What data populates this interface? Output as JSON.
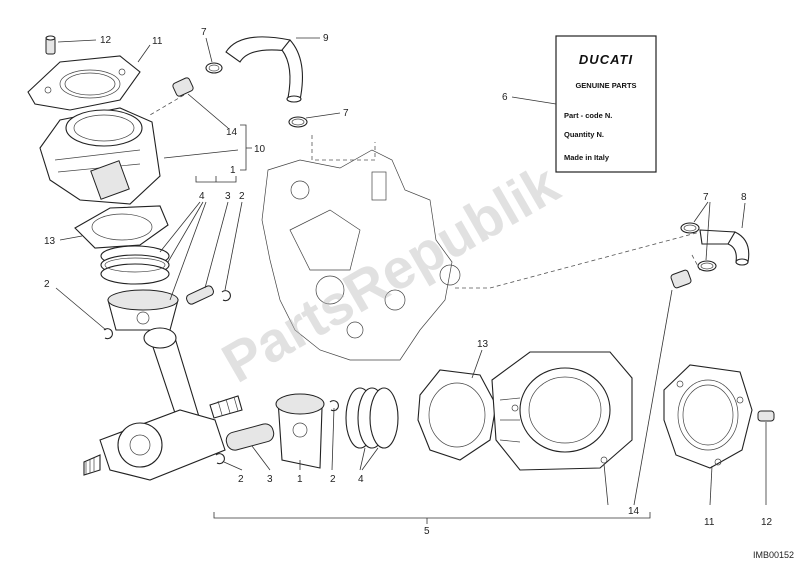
{
  "watermark": "PartsRepublik",
  "image_code": "IMB00152",
  "card": {
    "brand": "DUCATI",
    "title": "GENUINE PARTS",
    "lines": [
      "Part - code N.",
      "Quantity N.",
      "Made in Italy"
    ]
  },
  "callouts": {
    "c12a": "12",
    "c11a": "11",
    "c7a": "7",
    "c9": "9",
    "c7b": "7",
    "c14a": "14",
    "c10": "10",
    "c1a": "1",
    "c4a": "4",
    "c3a": "3",
    "c2a": "2",
    "c13a": "13",
    "c2b": "2",
    "c6": "6",
    "c7c": "7",
    "c8": "8",
    "c13b": "13",
    "c2c": "2",
    "c3b": "3",
    "c1b": "1",
    "c2d": "2",
    "c4b": "4",
    "c5": "5",
    "c14b": "14",
    "c11b": "11",
    "c12b": "12"
  }
}
